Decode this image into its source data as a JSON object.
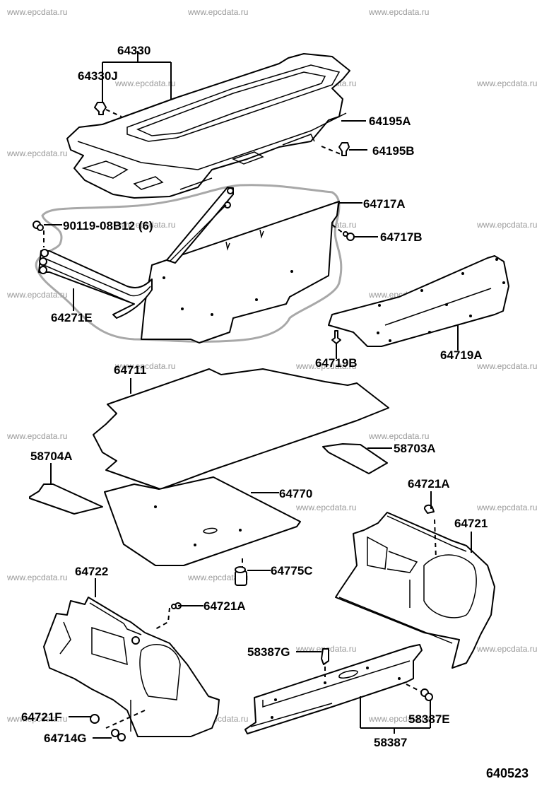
{
  "diagram": {
    "watermark": "www.epcdata.ru",
    "diagram_code": "640523",
    "line_color": "#000000",
    "watermark_color": "#9a9a9a",
    "outline_color": "#a8a8a8"
  },
  "parts": {
    "p64330": "64330",
    "p64330J": "64330J",
    "p64195A": "64195A",
    "p64195B": "64195B",
    "p64717A": "64717A",
    "p64717B": "64717B",
    "p90119": "90119-08B12 (6)",
    "p64271E": "64271E",
    "p64719B": "64719B",
    "p64719A": "64719A",
    "p64711": "64711",
    "p58704A": "58704A",
    "p58703A": "58703A",
    "p64770": "64770",
    "p64721A_right": "64721A",
    "p64721": "64721",
    "p64775C": "64775C",
    "p64722": "64722",
    "p64721A_left": "64721A",
    "p58387G": "58387G",
    "p64721F": "64721F",
    "p58387E": "58387E",
    "p64714G": "64714G",
    "p58387": "58387"
  }
}
